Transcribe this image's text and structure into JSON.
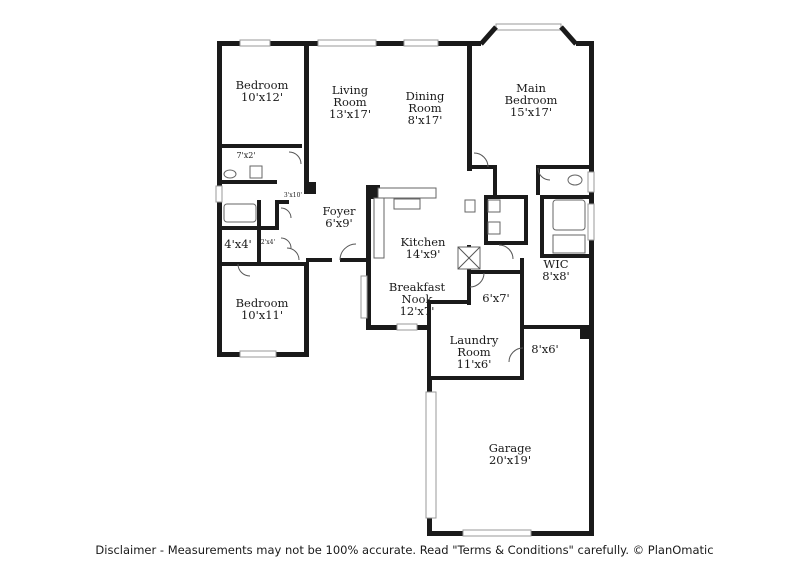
{
  "rooms": {
    "bedroom_top": {
      "name": "Bedroom",
      "size": "10'x12'"
    },
    "living_room": {
      "name1": "Living",
      "name2": "Room",
      "size": "13'x17'"
    },
    "dining_room": {
      "name1": "Dining",
      "name2": "Room",
      "size": "8'x17'"
    },
    "main_bedroom": {
      "name1": "Main",
      "name2": "Bedroom",
      "size": "15'x17'"
    },
    "closet_7x2": {
      "size": "7'x2'"
    },
    "closet_3x10": {
      "size": "3'x10'"
    },
    "foyer": {
      "name": "Foyer",
      "size": "6'x9'"
    },
    "kitchen": {
      "name": "Kitchen",
      "size": "14'x9'"
    },
    "closet_4x4": {
      "size": "4'x4'"
    },
    "closet_2x4": {
      "size": "2'x4'"
    },
    "wic": {
      "name": "WIC",
      "size": "8'x8'"
    },
    "breakfast_nook": {
      "name1": "Breakfast",
      "name2": "Nook",
      "size": "12'x7'"
    },
    "pantry_6x7": {
      "size": "6'x7'"
    },
    "bedroom_bottom": {
      "name": "Bedroom",
      "size": "10'x11'"
    },
    "laundry_room": {
      "name1": "Laundry",
      "name2": "Room",
      "size": "11'x6'"
    },
    "closet_8x6": {
      "size": "8'x6'"
    },
    "garage": {
      "name": "Garage",
      "size": "20'x19'"
    }
  },
  "disclaimer": "Disclaimer - Measurements may not be 100% accurate. Read \"Terms & Conditions\" carefully. © PlanOmatic"
}
